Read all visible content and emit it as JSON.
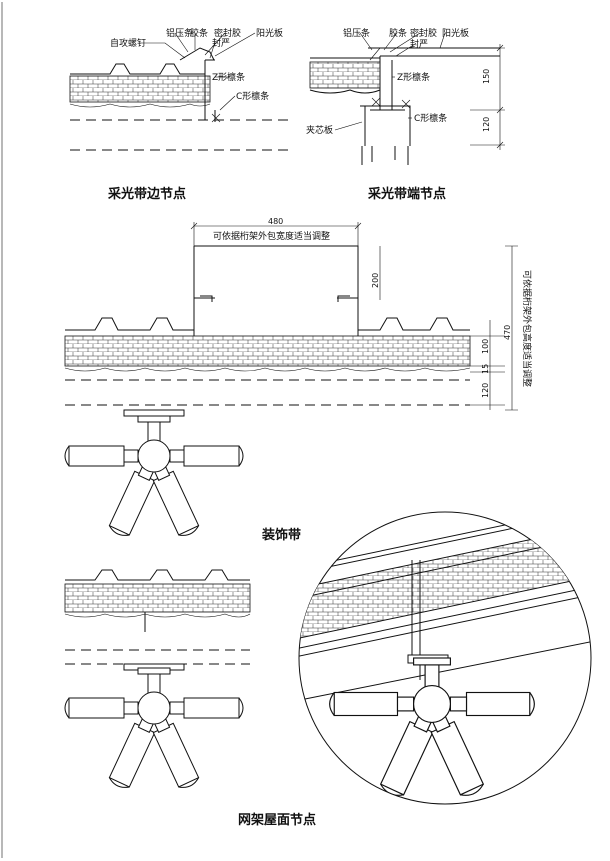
{
  "detail_edge": {
    "title": "采光带边节点",
    "labels": {
      "aluminum_strip": "铝压条",
      "rubber_strip": "胶条",
      "sealant": "密封胶",
      "sunlight_panel": "阳光板",
      "self_tapping_screw": "自攻螺钉",
      "seal": "封严",
      "z_purlin": "Z形檩条",
      "c_purlin": "C形檩条"
    }
  },
  "detail_end": {
    "title": "采光带端节点",
    "labels": {
      "aluminum_strip": "铝压条",
      "rubber_strip": "胶条",
      "sealant": "密封胶",
      "sunlight_panel": "阳光板",
      "seal": "封严",
      "z_purlin": "Z形檩条",
      "c_purlin": "C形檩条",
      "sandwich_panel": "夹芯板"
    },
    "dims": [
      "150",
      "120"
    ]
  },
  "decorative_band": {
    "title": "装饰带",
    "width_dim": "480",
    "width_note": "可依据桁架外包宽度适当调整",
    "dims": [
      "200",
      "100",
      "15",
      "120",
      "470"
    ],
    "height_note": "可依据桁架外包高度适当调整"
  },
  "truss_roof": {
    "title": "网架屋面节点"
  }
}
